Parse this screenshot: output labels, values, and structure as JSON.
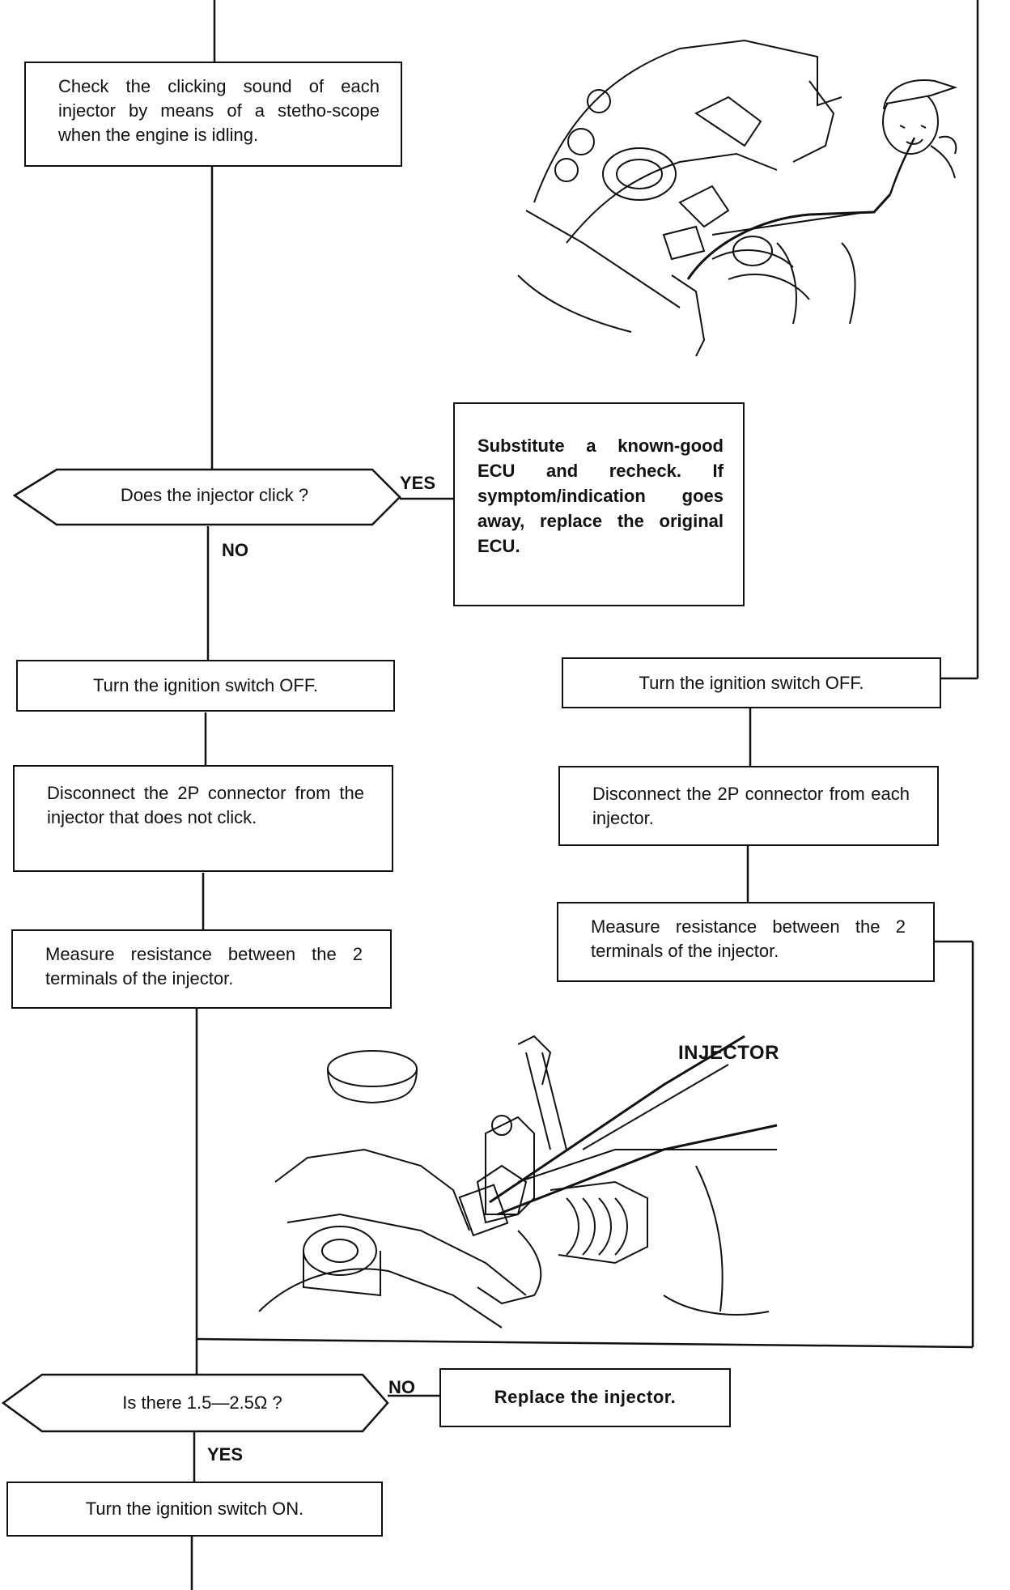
{
  "steps": {
    "check_clicking": "Check the clicking sound of each injector by means of a stetho-scope when the engine is idling.",
    "substitute_ecu": "Substitute a known-good ECU and recheck. If symptom/indication goes away, replace the original ECU.",
    "turn_off_left": "Turn the ignition switch OFF.",
    "turn_off_right": "Turn the ignition switch OFF.",
    "disconnect_left": "Disconnect the 2P connector from the injector that does not click.",
    "disconnect_right": "Disconnect the 2P connector from each injector.",
    "measure_left": "Measure resistance between the 2 terminals of the injector.",
    "measure_right": "Measure resistance between the 2 terminals of the injector.",
    "replace_injector": "Replace the injector.",
    "turn_on": "Turn the ignition switch ON."
  },
  "decisions": {
    "injector_click": "Does the injector click ?",
    "resistance": "Is there 1.5—2.5Ω ?"
  },
  "labels": {
    "yes_1": "YES",
    "no_1": "NO",
    "no_2": "NO",
    "yes_2": "YES",
    "injector_callout": "INJECTOR"
  },
  "illustrations": {
    "top": "engine-stethoscope-illustration",
    "bottom": "injector-resistance-illustration"
  }
}
